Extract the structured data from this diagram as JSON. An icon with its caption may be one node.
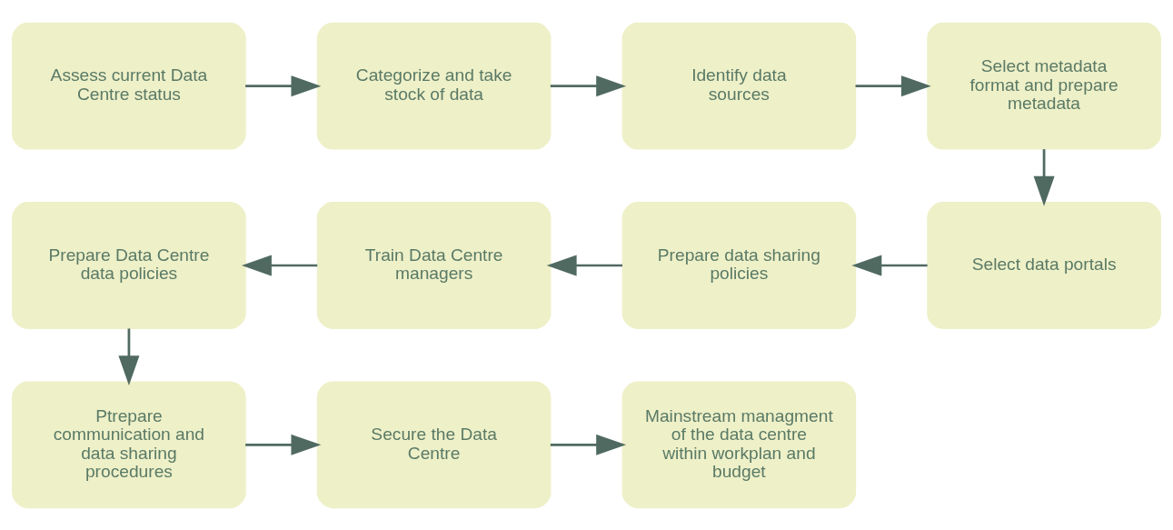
{
  "diagram": {
    "nodes": [
      {
        "text": [
          "Assess current Data Centre status"
        ]
      },
      {
        "text": [
          "Categorize and take stock of data"
        ]
      },
      {
        "text": [
          "Identify data sources"
        ]
      },
      {
        "text": [
          "Select metadata format and prepare metadata"
        ]
      },
      {
        "text": [
          "Select data portals"
        ]
      },
      {
        "text": [
          "Prepare data sharing policies"
        ]
      },
      {
        "text": [
          "Train Data Centre managers"
        ]
      },
      {
        "text": [
          "Prepare Data Centre data policies"
        ]
      },
      {
        "text": [
          "Ptrepare communication and data sharing procedures"
        ]
      },
      {
        "text": [
          "Secure the Data Centre"
        ]
      },
      {
        "text": [
          "Mainstream managment of the data centre within workplan and budget"
        ]
      }
    ],
    "edges": [
      {
        "from": 0,
        "to": 1,
        "arrow": "to"
      },
      {
        "from": 1,
        "to": 2,
        "arrow": "to"
      },
      {
        "from": 2,
        "to": 3,
        "arrow": "to"
      },
      {
        "from": 3,
        "to": 4,
        "arrow": "to"
      },
      {
        "from": 4,
        "to": 5,
        "arrow": "to"
      },
      {
        "from": 5,
        "to": 6,
        "arrow": "to"
      },
      {
        "from": 6,
        "to": 7,
        "arrow": "to"
      },
      {
        "from": 7,
        "to": 8,
        "arrow": "to"
      },
      {
        "from": 8,
        "to": 9,
        "arrow": "to"
      },
      {
        "from": 9,
        "to": 10,
        "arrow": "to"
      }
    ]
  }
}
